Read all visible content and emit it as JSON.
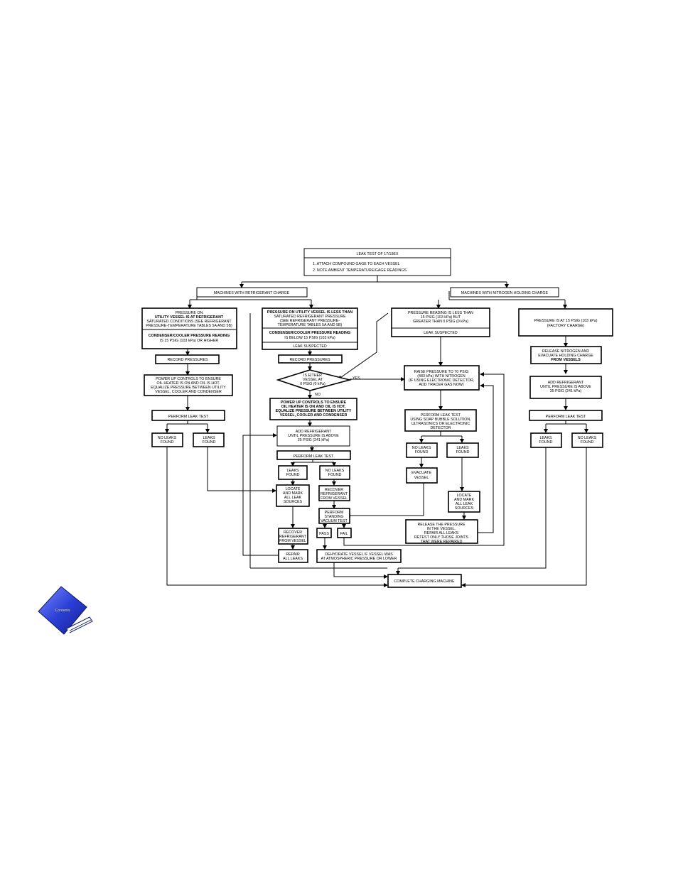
{
  "flowchart": {
    "title_box": {
      "title": "LEAK TEST OF 17/19EX",
      "steps": [
        "1. ATTACH COMPOUND GAGE TO EACH VESSEL",
        "2. NOTE AMBIENT TEMPERATURE/GAGE READINGS"
      ]
    },
    "refrigerant_branch": "MACHINES WITH REFRIGERANT CHARGE",
    "nitrogen_branch": "MACHINES WITH NITROGEN HOLDING CHARGE",
    "p_equal_top": [
      "PRESSURE ON",
      "UTILITY VESSEL IS AT REFRIGERANT",
      "SATURATED CONDITIONS (SEE REFRIGERANT",
      "PRESSURE-TEMPERATURE TABLES 5A AND 5B)"
    ],
    "p_equal_bottom": [
      "CONDENSER/COOLER PRESSURE READING",
      "IS 15 PSIG (103 kPa) OR HIGHER"
    ],
    "p_less_top": [
      "PRESSURE ON UTILITY VESSEL IS LESS THAN",
      "SATURATED REFRIGERANT PRESSURE",
      "(SEE REFRIGERANT PRESSURE-",
      "TEMPERATURE TABLES 5A AND 5B)"
    ],
    "p_less_bottom": [
      "CONDENSER/COOLER PRESSURE READING",
      "IS BELOW 15 PSIG (103 kPa)"
    ],
    "leak_suspected_1": "LEAK SUSPECTED",
    "n2_less": [
      "PRESSURE READING IS LESS THAN",
      "15 PSIG (103 kPa) BUT",
      "GREATER THAN 0 PSIG (0 kPa)"
    ],
    "leak_suspected_2": "LEAK SUSPECTED",
    "n2_at": [
      "PRESSURE IS AT 15 PSIG (103 kPa)",
      "(FACTORY CHARGE)"
    ],
    "record_pressures_left": "RECORD PRESSURES",
    "record_pressures_mid": "RECORD PRESSURES",
    "release_n2": [
      "RELEASE NITROGEN AND",
      "EVACUATE HOLDING CHARGE",
      "FROM VESSELS"
    ],
    "power_up_left": [
      "POWER UP CONTROLS TO ENSURE",
      "OIL HEATER IS ON AND OIL IS HOT.",
      "EQUALIZE PRESSURE BETWEEN UTILITY",
      "VESSEL, COOLER AND CONDENSER"
    ],
    "decision": [
      "IS EITHER",
      "VESSEL AT",
      "0 PSIG (0 kPa)"
    ],
    "yes_label": "YES",
    "no_label": "NO",
    "raise_pressure": [
      "RAISE PRESSURE TO 70 PSIG",
      "(483 kPa) WITH NITROGEN",
      "(IF USING ELECTRONIC DETECTOR,",
      "ADD TRACER GAS NOW)"
    ],
    "add_refrig_right": [
      "ADD REFRIGERANT",
      "UNTIL PRESSURE IS ABOVE",
      "35 PSIG (241 kPa)"
    ],
    "power_up_mid": [
      "POWER UP CONTROLS TO ENSURE",
      "OIL HEATER IS ON AND OIL IS HOT.",
      "EQUALIZE PRESSURE BETWEEN UTILITY",
      "VESSEL, COOLER AND CONDENSER"
    ],
    "perform_leak_left": "PERFORM LEAK TEST",
    "perform_leak_n2": [
      "PERFORM LEAK TEST",
      "USING SOAP BUBBLE SOLUTION,",
      "ULTRASONICS OR ELECTRONIC",
      "DETECTOR"
    ],
    "perform_leak_right": "PERFORM LEAK TEST",
    "add_refrig_mid": [
      "ADD REFRIGERANT",
      "UNTIL PRESSURE IS ABOVE",
      "35 PSIG (241 kPa)"
    ],
    "no_leaks_left": [
      "NO LEAKS",
      "FOUND"
    ],
    "leaks_left": [
      "LEAKS",
      "FOUND"
    ],
    "no_leaks_n2": [
      "NO LEAKS",
      "FOUND"
    ],
    "leaks_n2": [
      "LEAKS",
      "FOUND"
    ],
    "leaks_right": [
      "LEAKS",
      "FOUND"
    ],
    "no_leaks_right": [
      "NO LEAKS",
      "FOUND"
    ],
    "perform_leak_mid": "PERFORM LEAK TEST",
    "leaks_mid": [
      "LEAKS",
      "FOUND"
    ],
    "no_leaks_mid": [
      "NO LEAKS",
      "FOUND"
    ],
    "evacuate_vessel": [
      "EVACUATE",
      "VESSEL"
    ],
    "locate_mark_mid": [
      "LOCATE",
      "AND MARK",
      "ALL LEAK",
      "SOURCES"
    ],
    "recover_refrig_1": [
      "RECOVER",
      "REFRIGERANT",
      "FROM VESSEL"
    ],
    "locate_mark_n2": [
      "LOCATE",
      "AND MARK",
      "ALL LEAK",
      "SOURCES"
    ],
    "standing_vacuum": [
      "PERFORM",
      "STANDING",
      "VACUUM TEST"
    ],
    "release_pressure": [
      "RELEASE THE PRESSURE",
      "IN THE VESSEL.",
      "REPAIR ALL LEAKS",
      "RETEST ONLY THOSE JOINTS",
      "THAT WERE REPAIRED"
    ],
    "pass_label": "PASS",
    "fail_label": "FAIL",
    "recover_refrig_2": [
      "RECOVER",
      "REFRIGERANT",
      "FROM VESSEL"
    ],
    "repair_all": [
      "REPAIR",
      "ALL LEAKS"
    ],
    "dehydrate": [
      "DEHYDRATE VESSEL IF VESSEL WAS",
      "AT ATMOSPHERIC PRESSURE OR LOWER"
    ],
    "complete": "COMPLETE CHARGING MACHINE"
  },
  "contents_button": {
    "label": "Contents",
    "color": "#2b3fd6"
  }
}
